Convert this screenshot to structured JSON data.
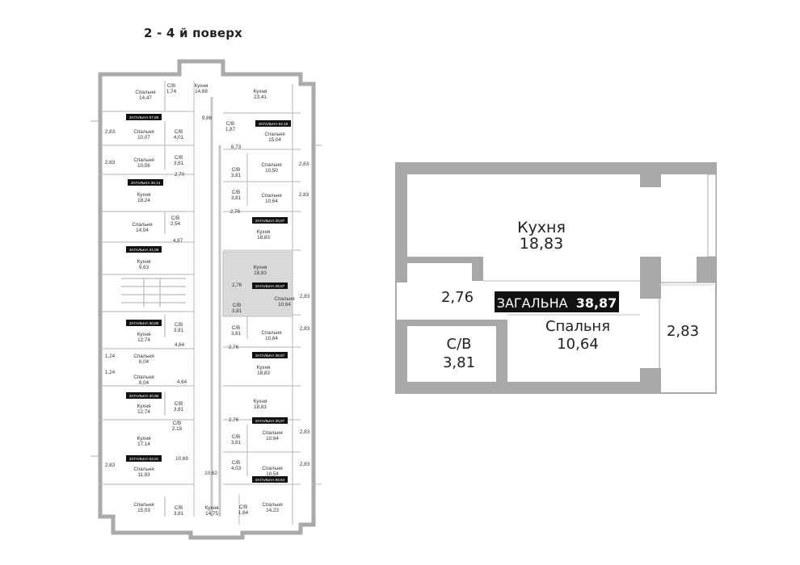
{
  "title": "2 - 4 й поверх",
  "floor_plan": {
    "room_labels": [
      {
        "name": "Спальня",
        "area": "14,47"
      },
      {
        "name": "С/В",
        "area": "1,74"
      },
      {
        "name": "Кухня",
        "area": "14,68"
      },
      {
        "name": "Кухня",
        "area": "23,41"
      },
      {
        "name": "",
        "area": "9,86"
      },
      {
        "name": "С/В",
        "area": "1,87"
      },
      {
        "name": "Спальня",
        "area": "10,07"
      },
      {
        "name": "С/В",
        "area": "4,01"
      },
      {
        "name": "",
        "area": "2,83"
      },
      {
        "name": "Спальня",
        "area": "15,04"
      },
      {
        "name": "",
        "area": "6,73"
      },
      {
        "name": "Спальня",
        "area": "10,56"
      },
      {
        "name": "С/В",
        "area": "3,81"
      },
      {
        "name": "",
        "area": "2,83"
      },
      {
        "name": "С/В",
        "area": "3,81"
      },
      {
        "name": "Спальня",
        "area": "10,50"
      },
      {
        "name": "",
        "area": "2,83"
      },
      {
        "name": "",
        "area": "2,70"
      },
      {
        "name": "Кухня",
        "area": "18,24"
      },
      {
        "name": "С/В",
        "area": "3,81"
      },
      {
        "name": "Спальня",
        "area": "10,64"
      },
      {
        "name": "",
        "area": "2,83"
      },
      {
        "name": "",
        "area": "2,76"
      },
      {
        "name": "Спальня",
        "area": "14,04"
      },
      {
        "name": "С/В",
        "area": "2,54"
      },
      {
        "name": "Кухня",
        "area": "18,83"
      },
      {
        "name": "",
        "area": "4,87"
      },
      {
        "name": "Кухня",
        "area": "9,63"
      },
      {
        "name": "Кухня",
        "area": "18,83"
      },
      {
        "name": "",
        "area": "2,76"
      },
      {
        "name": "С/В",
        "area": "3,81"
      },
      {
        "name": "Спальня",
        "area": "10,64"
      },
      {
        "name": "",
        "area": "2,83"
      },
      {
        "name": "Кухня",
        "area": "12,74"
      },
      {
        "name": "С/В",
        "area": "3,81"
      },
      {
        "name": "С/В",
        "area": "3,81"
      },
      {
        "name": "Спальня",
        "area": "10,64"
      },
      {
        "name": "",
        "area": "2,83"
      },
      {
        "name": "",
        "area": "4,64"
      },
      {
        "name": "",
        "area": "2,76"
      },
      {
        "name": "",
        "area": "1,24"
      },
      {
        "name": "Спальня",
        "area": "8,04"
      },
      {
        "name": "Кухня",
        "area": "18,83"
      },
      {
        "name": "",
        "area": "1,24"
      },
      {
        "name": "Спальня",
        "area": "8,04"
      },
      {
        "name": "",
        "area": "4,64"
      },
      {
        "name": "Кухня",
        "area": "12,74"
      },
      {
        "name": "С/В",
        "area": "3,81"
      },
      {
        "name": "Кухня",
        "area": "18,83"
      },
      {
        "name": "С/В",
        "area": "2,18"
      },
      {
        "name": "",
        "area": "2,76"
      },
      {
        "name": "Кухня",
        "area": "17,14"
      },
      {
        "name": "С/В",
        "area": "3,81"
      },
      {
        "name": "Спальня",
        "area": "10,64"
      },
      {
        "name": "",
        "area": "2,83"
      },
      {
        "name": "",
        "area": "10,69"
      },
      {
        "name": "С/В",
        "area": "4,03"
      },
      {
        "name": "Спальня",
        "area": "10,54"
      },
      {
        "name": "",
        "area": "2,83"
      },
      {
        "name": "",
        "area": "2,83"
      },
      {
        "name": "Спальня",
        "area": "11,93"
      },
      {
        "name": "",
        "area": "10,62"
      },
      {
        "name": "Спальня",
        "area": "15,03"
      },
      {
        "name": "С/В",
        "area": "3,81"
      },
      {
        "name": "Кухня",
        "area": "14,75"
      },
      {
        "name": "С/В",
        "area": "1,64"
      },
      {
        "name": "Спальня",
        "area": "14,23"
      }
    ],
    "total_tags": [
      {
        "label": "ЗАГАЛЬНА 57,66"
      },
      {
        "label": "ЗАГАЛЬНА 64,19"
      },
      {
        "label": "ЗАГАЛЬНА 38,14"
      },
      {
        "label": "ЗАГАЛЬНА 38,87"
      },
      {
        "label": "ЗАГАЛЬНА 31,08"
      },
      {
        "label": "ЗАГАЛЬНА 38,87"
      },
      {
        "label": "ЗАГАЛЬНА 30,86"
      },
      {
        "label": "ЗАГАЛЬНА 38,87"
      },
      {
        "label": "ЗАГАЛЬНА 30,86"
      },
      {
        "label": "ЗАГАЛЬНА 38,87"
      },
      {
        "label": "ЗАГАЛЬНА 63,61"
      },
      {
        "label": "ЗАГАЛЬНА 58,64"
      }
    ]
  },
  "unit_detail": {
    "kitchen_name": "Кухня",
    "kitchen_area": "18,83",
    "total_label": "ЗАГАЛЬНА",
    "total_value": "38,87",
    "corridor_area": "2,76",
    "bath_name": "С/В",
    "bath_area": "3,81",
    "bedroom_name": "Спальня",
    "bedroom_area": "10,64",
    "balcony_area": "2,83"
  }
}
